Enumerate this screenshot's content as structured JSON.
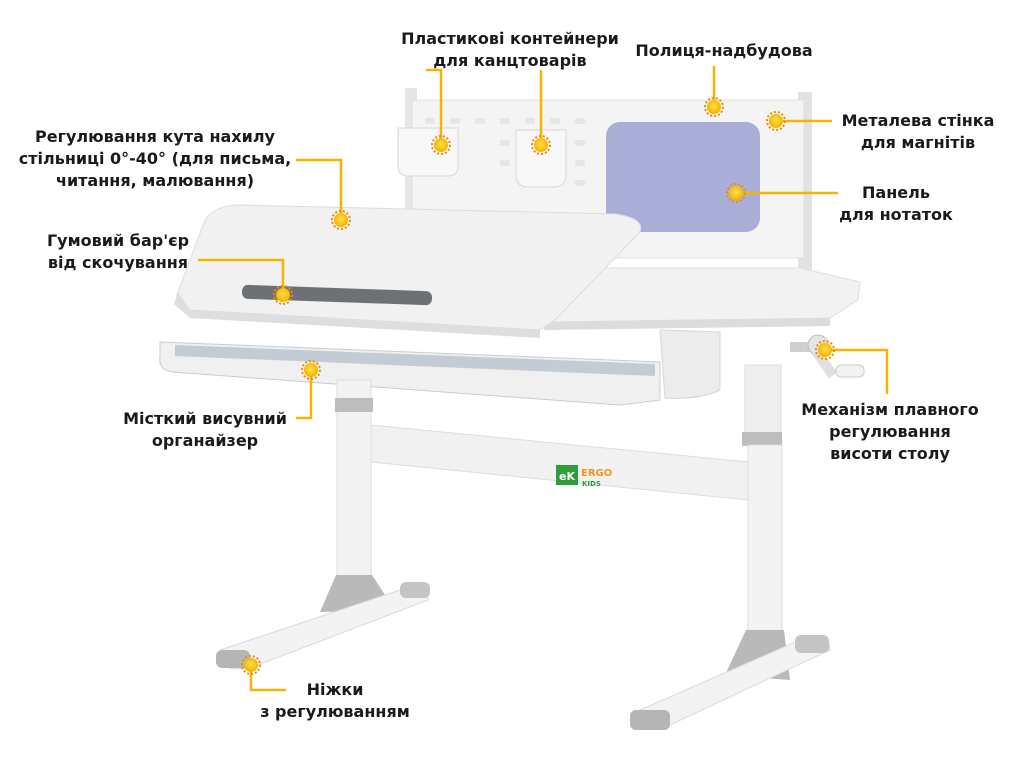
{
  "brand": {
    "logo_mark": "eK",
    "logo_line1": "ERGO",
    "logo_line2": "KIDS",
    "colors": {
      "green": "#2e9e3a",
      "orange": "#f0961e"
    }
  },
  "accent_color": "#f5b400",
  "callouts": [
    {
      "id": "containers",
      "lines": [
        "Пластикові контейнери",
        "для канцтоварів"
      ]
    },
    {
      "id": "shelf",
      "lines": [
        "Полиця-надбудова"
      ]
    },
    {
      "id": "metal-wall",
      "lines": [
        "Металева стінка",
        "для магнітів"
      ]
    },
    {
      "id": "notes-panel",
      "lines": [
        "Панель",
        "для нотаток"
      ]
    },
    {
      "id": "tilt",
      "lines": [
        "Регулювання кута нахилу",
        "стільниці 0°-40° (для письма,",
        "читання, малювання)"
      ]
    },
    {
      "id": "rubber-barrier",
      "lines": [
        "Гумовий бар'єр",
        "від скочування"
      ]
    },
    {
      "id": "organizer",
      "lines": [
        "Місткий висувний",
        "органайзер"
      ]
    },
    {
      "id": "mechanism",
      "lines": [
        "Механізм плавного",
        "регулювання",
        "висоти столу"
      ]
    },
    {
      "id": "legs",
      "lines": [
        "Ніжки",
        "з регулюванням"
      ]
    }
  ]
}
